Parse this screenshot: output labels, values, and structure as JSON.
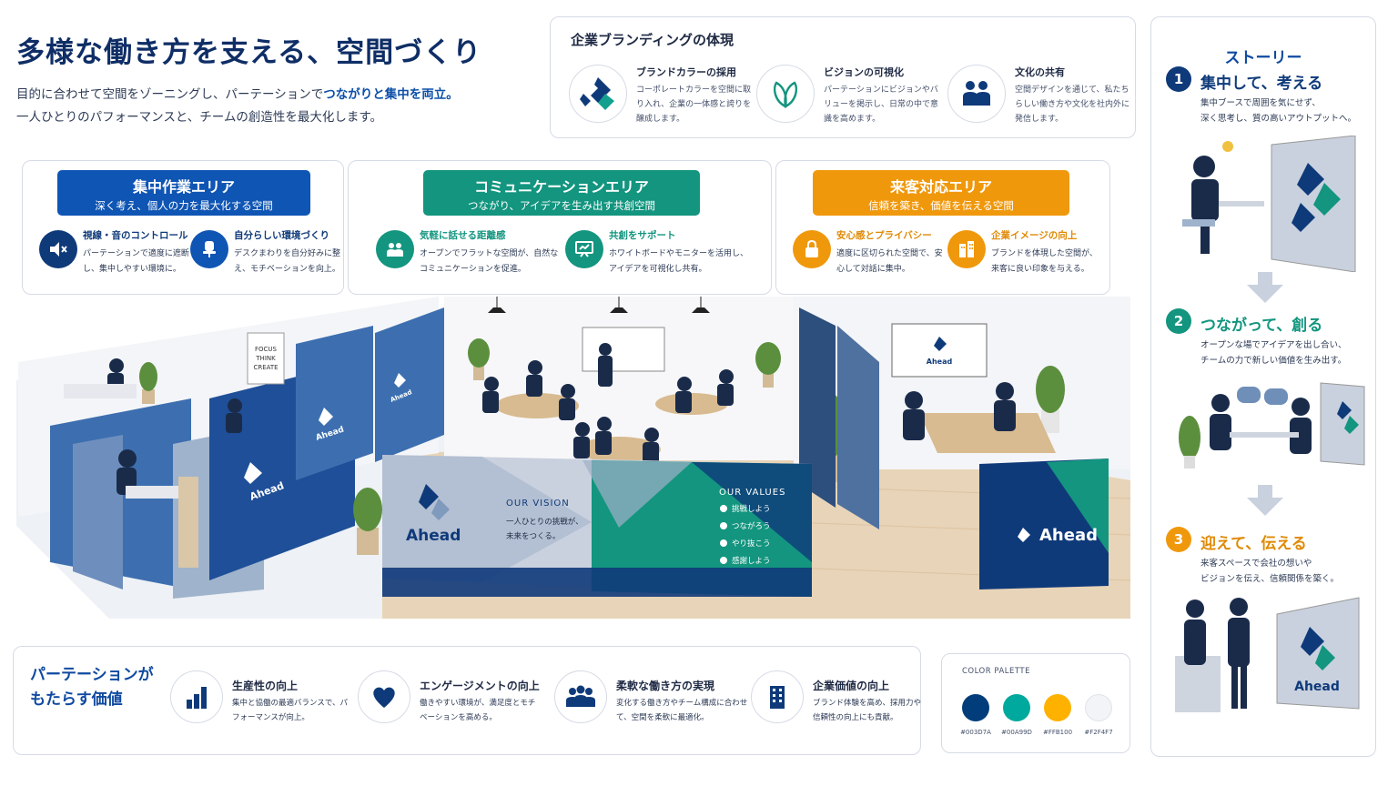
{
  "header": {
    "title": "多様な働き方を支える、空間づくり",
    "lead_line1_pre": "目的に合わせて空間をゾーニングし、パーテーションで",
    "lead_line1_em": "つながりと集中を両立。",
    "lead_line2": "一人ひとりのパフォーマンスと、チームの創造性を最大化します。"
  },
  "branding": {
    "title": "企業ブランディングの体現",
    "items": [
      {
        "title": "ブランドカラーの採用",
        "desc": "コーポレートカラーを空間に取り入れ、企業の一体感と誇りを醸成します。",
        "icon": "logo-mark-icon"
      },
      {
        "title": "ビジョンの可視化",
        "desc": "パーテーションにビジョンやバリューを掲示し、日常の中で意識を高めます。",
        "icon": "leaf-icon"
      },
      {
        "title": "文化の共有",
        "desc": "空間デザインを通じて、私たちらしい働き方や文化を社内外に発信します。",
        "icon": "people-icon"
      }
    ]
  },
  "zones": [
    {
      "title": "集中作業エリア",
      "subtitle": "深く考え、個人の力を最大化する空間",
      "color": "#0F55B4",
      "items": [
        {
          "title": "視線・音のコントロール",
          "desc": "パーテーションで適度に遮断し、集中しやすい環境に。",
          "icon": "mute-icon"
        },
        {
          "title": "自分らしい環境づくり",
          "desc": "デスクまわりを自分好みに整え、モチベーションを向上。",
          "icon": "chair-icon"
        }
      ]
    },
    {
      "title": "コミュニケーションエリア",
      "subtitle": "つながり、アイデアを生み出す共創空間",
      "color": "#13957F",
      "items": [
        {
          "title": "気軽に話せる距離感",
          "desc": "オープンでフラットな空間が、自然なコミュニケーションを促進。",
          "icon": "conversation-icon"
        },
        {
          "title": "共創をサポート",
          "desc": "ホワイトボードやモニターを活用し、アイデアを可視化し共有。",
          "icon": "whiteboard-icon"
        }
      ]
    },
    {
      "title": "来客対応エリア",
      "subtitle": "信頼を築き、価値を伝える空間",
      "color": "#F0980C",
      "items": [
        {
          "title": "安心感とプライバシー",
          "desc": "適度に区切られた空間で、安心して対話に集中。",
          "icon": "lock-icon"
        },
        {
          "title": "企業イメージの向上",
          "desc": "ブランドを体現した空間が、来客に良い印象を与える。",
          "icon": "building-icon"
        }
      ]
    }
  ],
  "scene": {
    "brand_name": "Ahead",
    "focus_sign": [
      "FOCUS",
      "THINK",
      "CREATE"
    ],
    "vision_heading": "OUR VISION",
    "vision_text": [
      "一人ひとりの挑戦が、",
      "未来をつくる。"
    ],
    "values_heading": "OUR VALUES",
    "values": [
      "挑戦しよう",
      "つながろう",
      "やり抜こう",
      "感謝しよう"
    ]
  },
  "story": {
    "title": "ストーリー",
    "steps": [
      {
        "num": "1",
        "title": "集中して、考える",
        "desc": [
          "集中ブースで周囲を気にせず、",
          "深く思考し、質の高いアウトプットへ。"
        ],
        "color": "#0F3A7A"
      },
      {
        "num": "2",
        "title": "つながって、創る",
        "desc": [
          "オープンな場でアイデアを出し合い、",
          "チームの力で新しい価値を生み出す。"
        ],
        "color": "#13957F"
      },
      {
        "num": "3",
        "title": "迎えて、伝える",
        "desc": [
          "来客スペースで会社の想いや",
          "ビジョンを伝え、信頼関係を築く。"
        ],
        "color": "#F0980C"
      }
    ]
  },
  "values_section": {
    "title_line1": "パーテーションが",
    "title_line2": "もたらす価値",
    "items": [
      {
        "title": "生産性の向上",
        "desc": "集中と協働の最適バランスで、パフォーマンスが向上。",
        "icon": "bar-chart-icon"
      },
      {
        "title": "エンゲージメントの向上",
        "desc": "働きやすい環境が、満足度とモチベーションを高める。",
        "icon": "heart-icon"
      },
      {
        "title": "柔軟な働き方の実現",
        "desc": "変化する働き方やチーム構成に合わせて、空間を柔軟に最適化。",
        "icon": "team-icon"
      },
      {
        "title": "企業価値の向上",
        "desc": "ブランド体験を高め、採用力や信頼性の向上にも貢献。",
        "icon": "office-building-icon"
      }
    ]
  },
  "palette": {
    "title": "COLOR PALETTE",
    "colors": [
      {
        "hex": "#003D7A",
        "label": "#003D7A"
      },
      {
        "hex": "#00A99D",
        "label": "#00A99D"
      },
      {
        "hex": "#FFB100",
        "label": "#FFB100"
      },
      {
        "hex": "#F2F4F7",
        "label": "#F2F4F7"
      }
    ]
  }
}
